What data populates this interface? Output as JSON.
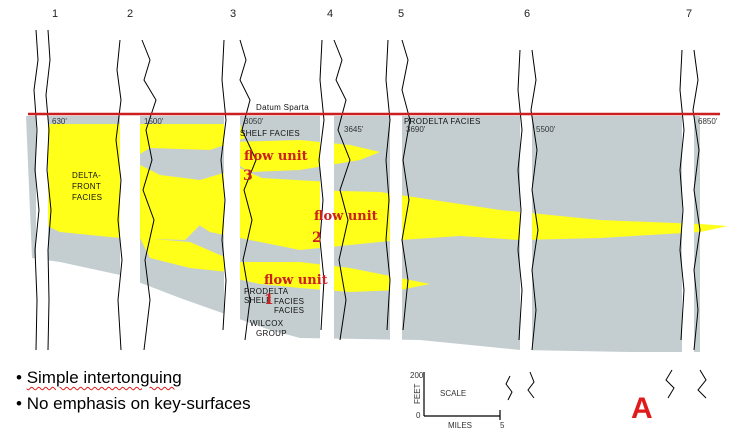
{
  "wells": [
    "1",
    "2",
    "3",
    "4",
    "5",
    "6",
    "7"
  ],
  "datum_label": "Datum Sparta",
  "depths": [
    "630'",
    "1500'",
    "3050'",
    "3645'",
    "3690'",
    "5500'",
    "6850'"
  ],
  "facies": {
    "prodelta_top": "PRODELTA FACIES",
    "shelf_top": "SHELF FACIES",
    "delta_front": [
      "DELTA-",
      "FRONT",
      "FACIES"
    ],
    "prodelta_bottom": [
      "PRODELTA",
      "FACIES"
    ],
    "shelf_bottom": [
      "SHELF",
      "FACIES"
    ],
    "wilcox": [
      "WILCOX",
      "GROUP"
    ]
  },
  "flow_units": [
    {
      "label": "flow unit",
      "number": "3"
    },
    {
      "label": "flow unit",
      "number": "2"
    },
    {
      "label": "flow unit",
      "number": "1"
    }
  ],
  "scale": {
    "label": "SCALE",
    "feet_label": "FEET",
    "feet_value": "200",
    "feet_zero": "0",
    "miles_label": "MILES",
    "miles_value": "5"
  },
  "bullets": [
    "Simple intertonguing",
    "No emphasis on key-surfaces"
  ],
  "panel_letter": "A",
  "colors": {
    "sand": "#ffff1a",
    "shale": "#c4ced0",
    "datum_line": "#cc1f1f",
    "flow_text": "#cc1f1f",
    "panel_letter": "#e01b1b"
  }
}
